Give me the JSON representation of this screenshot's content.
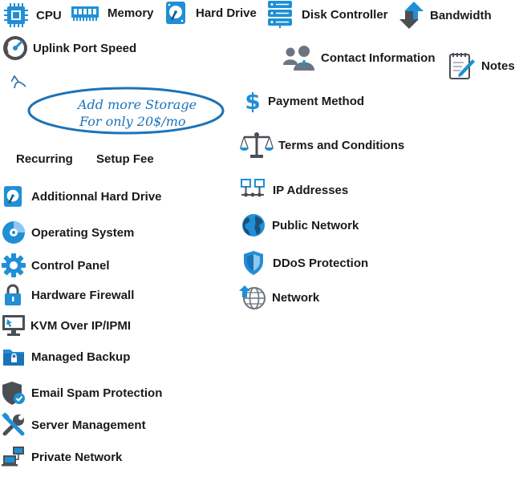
{
  "top_row": {
    "cpu": "CPU",
    "memory": "Memory",
    "hard_drive": "Hard Drive",
    "disk_controller": "Disk Controller",
    "bandwidth": "Bandwidth",
    "uplink": "Uplink Port Speed"
  },
  "promo": {
    "line1": "Add more Storage",
    "line2": "For only 20$/mo"
  },
  "columns": {
    "recurring": "Recurring",
    "setup_fee": "Setup Fee"
  },
  "left_items": [
    {
      "label": "Additionnal Hard Drive",
      "icon": "hard-drive-icon"
    },
    {
      "label": "Operating System",
      "icon": "disc-icon"
    },
    {
      "label": "Control Panel",
      "icon": "gear-icon"
    },
    {
      "label": "Hardware Firewall",
      "icon": "padlock-icon"
    },
    {
      "label": "KVM Over IP/IPMI",
      "icon": "monitor-icon"
    },
    {
      "label": "Managed Backup",
      "icon": "folder-lock-icon"
    },
    {
      "label": "Email Spam Protection",
      "icon": "shield-check-icon"
    },
    {
      "label": "Server Management",
      "icon": "tools-icon"
    },
    {
      "label": "Private Network",
      "icon": "computers-icon"
    }
  ],
  "right_items": {
    "contact": "Contact Information",
    "notes": "Notes",
    "payment": "Payment Method",
    "terms": "Terms and Conditions",
    "ip": "IP Addresses",
    "public_network": "Public Network",
    "ddos": "DDoS Protection",
    "network": "Network"
  },
  "colors": {
    "accent_blue": "#1f8fd6",
    "dark_blue": "#1c73b8",
    "gray_icon": "#6b7580",
    "text": "#1a1a1a"
  }
}
